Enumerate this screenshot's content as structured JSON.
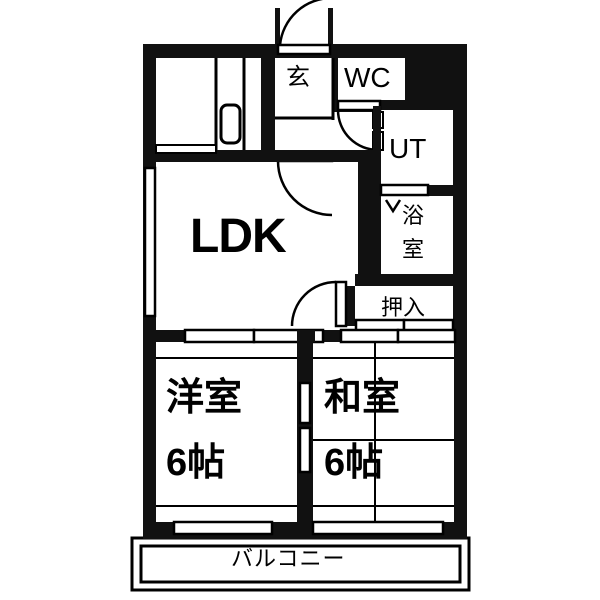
{
  "plan": {
    "type": "japanese-apartment-floor-plan",
    "layout_code": "2LDK",
    "colors": {
      "wall": "#111111",
      "background": "#ffffff",
      "line": "#000000"
    }
  },
  "rooms": {
    "ldk": {
      "label": "LDK",
      "name": "living-dining-kitchen"
    },
    "western_room": {
      "label": "洋室",
      "size": "6帖",
      "name": "western-style-room"
    },
    "japanese_room": {
      "label": "和室",
      "size": "6帖",
      "name": "japanese-style-tatami-room"
    },
    "wc": {
      "label": "WC",
      "name": "toilet"
    },
    "ut": {
      "label": "UT",
      "name": "utility-room"
    },
    "entrance": {
      "label": "玄",
      "name": "genkan-entrance"
    },
    "bathroom": {
      "label_line1": "浴",
      "label_line2": "室",
      "name": "bathroom"
    },
    "closet": {
      "label": "押入",
      "name": "oshiire-closet"
    },
    "balcony": {
      "label": "バルコニー",
      "name": "balcony"
    }
  },
  "fixtures": {
    "kitchen_sink": "sink-basin",
    "kitchen_counter": "counter",
    "entrance_door": "swing-door",
    "wc_door": "swing-door",
    "hall_door": "swing-door",
    "ldk_door": "swing-door",
    "bath_door": "folding-door",
    "ut_door": "sliding-door"
  }
}
